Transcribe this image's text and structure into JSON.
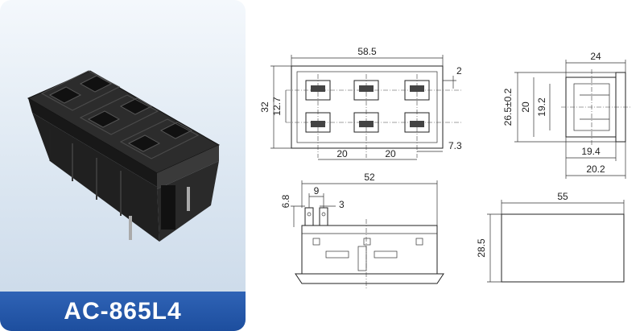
{
  "model": "AC-865L4",
  "colors": {
    "banner": "#1d4e9e",
    "panel_background": "#dbe6f1",
    "part_body": "#1c1c1c"
  },
  "front_view": {
    "width": "58.5",
    "height": "32",
    "slot_pitch_vertical": "12.7",
    "edge_offset": "2",
    "pin_pitch_1": "20",
    "pin_pitch_2": "20",
    "side_offset": "7.3"
  },
  "side_view": {
    "depth": "24",
    "flange_height": "26.5±0.2",
    "body_height": "20",
    "inner_height": "19.2",
    "body_depth": "19.4",
    "total_depth": "20.2"
  },
  "bottom_view": {
    "length": "52",
    "terminal_height": "6.8",
    "terminal_pitch": "9",
    "terminal_width": "3"
  },
  "block_view": {
    "length": "55",
    "height": "28.5"
  }
}
